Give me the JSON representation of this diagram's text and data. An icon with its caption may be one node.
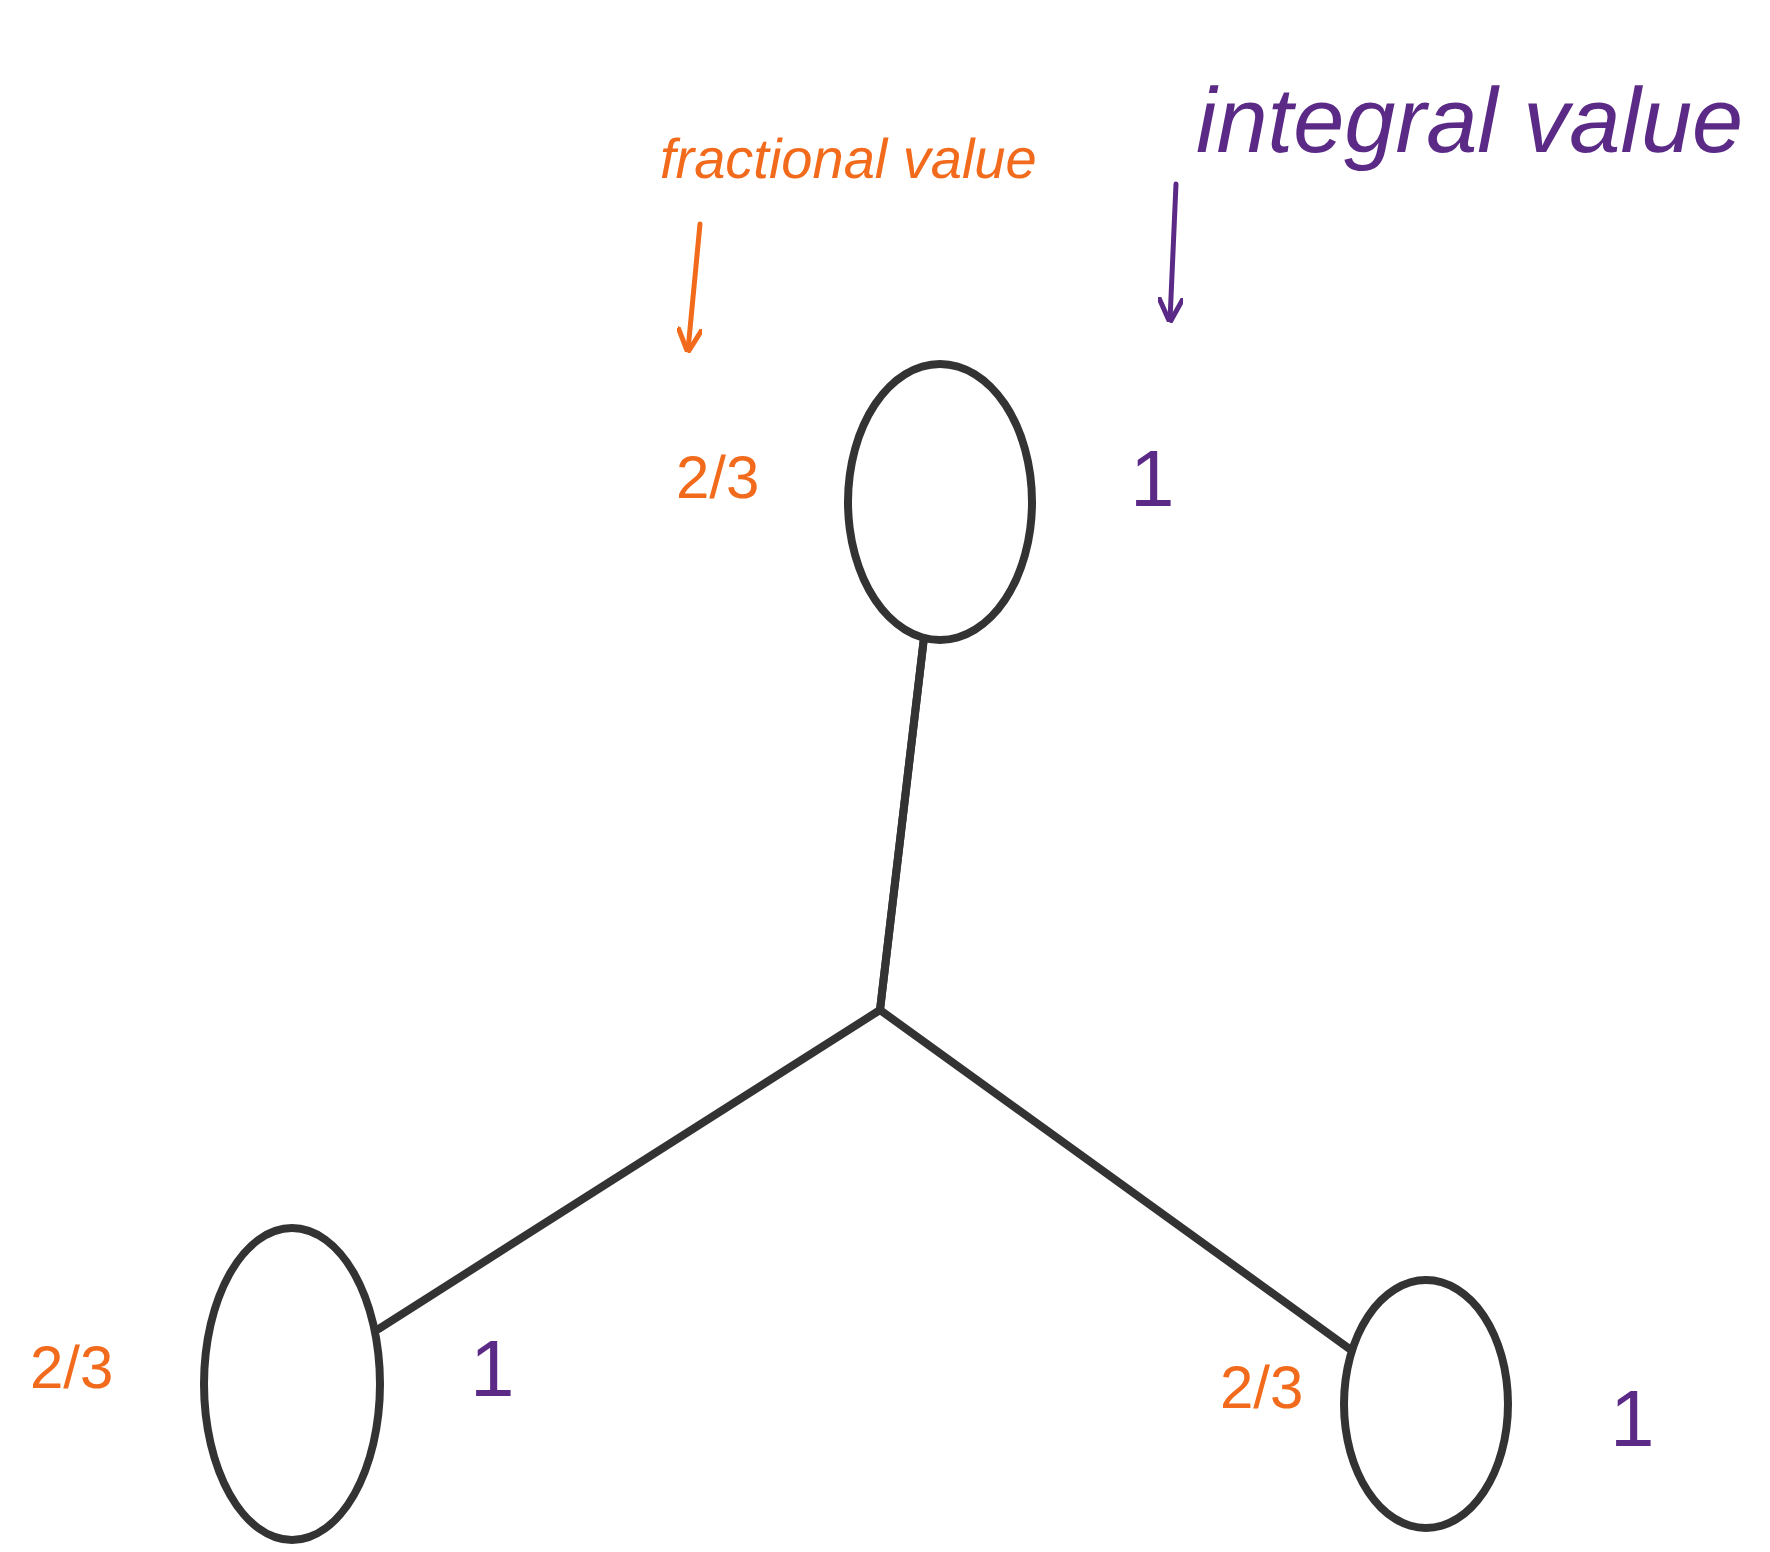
{
  "diagram": {
    "nodes": [
      {
        "text": [],
        "shape": "circle",
        "beside": [
          "2/3",
          "1"
        ]
      },
      {
        "text": [],
        "shape": "circle",
        "beside": [
          "2/3",
          "1"
        ]
      },
      {
        "text": [],
        "shape": "circle",
        "beside": [
          "2/3",
          "1"
        ]
      },
      {
        "text": [
          "fractional value"
        ]
      },
      {
        "text": [
          "integral value"
        ]
      }
    ],
    "edges": [
      {
        "from": 0,
        "to": 1,
        "arrow": "none"
      },
      {
        "from": 0,
        "to": 2,
        "arrow": "none"
      },
      {
        "from": 3,
        "to": null,
        "arrow": "to",
        "color": "#f26a1b"
      },
      {
        "from": 4,
        "to": null,
        "arrow": "to",
        "color": "#5b2a86"
      }
    ]
  }
}
